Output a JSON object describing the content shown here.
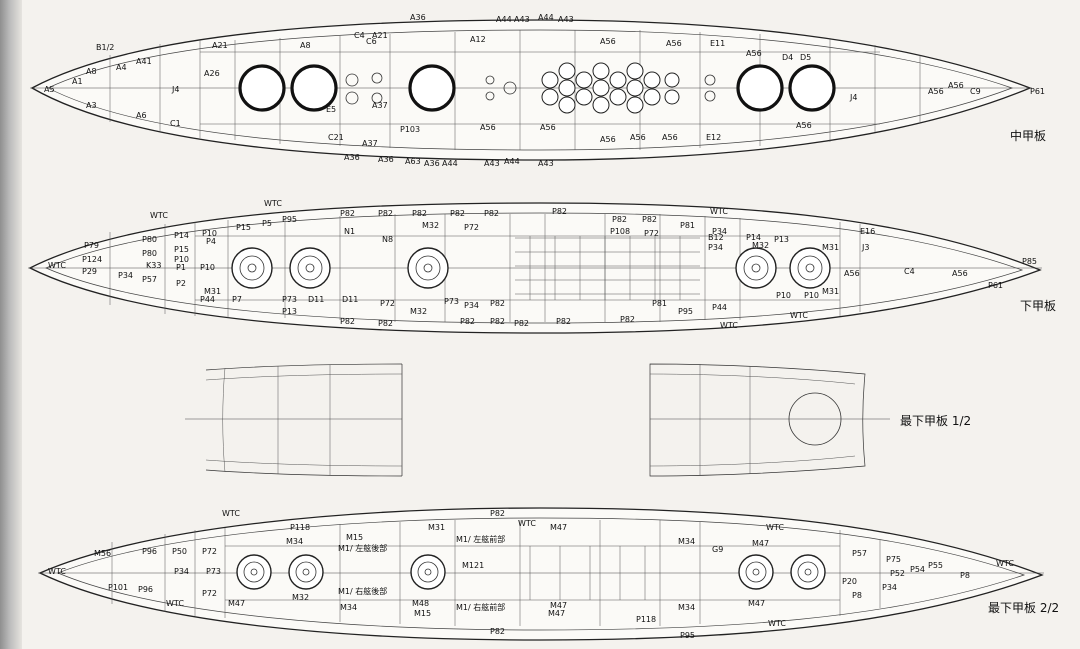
{
  "captions": {
    "middle_deck": "中甲板",
    "lower_deck": "下甲板",
    "lowest_deck_1": "最下甲板  1/2",
    "lowest_deck_2": "最下甲板 2/2"
  },
  "labels": {
    "middle": [
      "A36",
      "A44",
      "A43",
      "A44",
      "A43",
      "B1/2",
      "A21",
      "A8",
      "A12",
      "A56",
      "A56",
      "E11",
      "A56",
      "D4",
      "D5",
      "A1",
      "A8",
      "A4",
      "A41",
      "A5",
      "A3",
      "A6",
      "C1",
      "A56",
      "A56",
      "A56",
      "A56",
      "A56",
      "P61",
      "E5",
      "J4",
      "A56",
      "A56",
      "E12",
      "A36",
      "A36",
      "A63",
      "A36",
      "A44",
      "A43",
      "A44",
      "A43",
      "P103",
      "A37",
      "C21",
      "A37",
      "J4",
      "A56",
      "C9",
      "C6",
      "C4",
      "A21",
      "A26"
    ],
    "lower": [
      "WTC",
      "WTC",
      "WTC",
      "P15",
      "P5",
      "P95",
      "P82",
      "P82",
      "P82",
      "P82",
      "P82",
      "P82",
      "P82",
      "P82",
      "P81",
      "P34",
      "WTC",
      "P14",
      "P10",
      "P14",
      "P15",
      "P1",
      "P2",
      "P4",
      "M31",
      "P7",
      "P73",
      "D11",
      "D11",
      "P72",
      "M32",
      "P73",
      "P34",
      "P82",
      "P82",
      "P82",
      "P82",
      "P82",
      "P82",
      "P82",
      "P82",
      "P81",
      "M31",
      "P10",
      "P10",
      "WTC",
      "WTC",
      "P79",
      "P124",
      "P29",
      "P34",
      "P80",
      "P57",
      "N1",
      "N8",
      "M32",
      "P72",
      "P108",
      "P72",
      "B12",
      "P34",
      "M32",
      "P13",
      "M31",
      "E16",
      "A56",
      "P85",
      "P61",
      "A56",
      "P44",
      "P95",
      "P13",
      "P44",
      "P10",
      "P10",
      "P80",
      "K33",
      "J3",
      "C4"
    ],
    "lowest": [
      "WTC",
      "P118",
      "M31",
      "P82",
      "WTC",
      "M47",
      "M34",
      "G9",
      "WTC",
      "M47",
      "P57",
      "P75",
      "P52",
      "P54",
      "P55",
      "P8",
      "WTC",
      "M56",
      "P96",
      "P50",
      "P72",
      "P73",
      "P34",
      "P101",
      "P96",
      "WTC",
      "P72",
      "M34",
      "M47",
      "M32",
      "M34",
      "M48",
      "M15",
      "M1/ 左舷後部",
      "M1/ 右舷後部",
      "M1/ 左舷前部",
      "M1/ 右舷前部",
      "M121",
      "M47",
      "P118",
      "P95",
      "M34",
      "M47",
      "WTC",
      "P82",
      "P8",
      "P20",
      "P34",
      "WTC",
      "M15",
      "M47"
    ]
  }
}
